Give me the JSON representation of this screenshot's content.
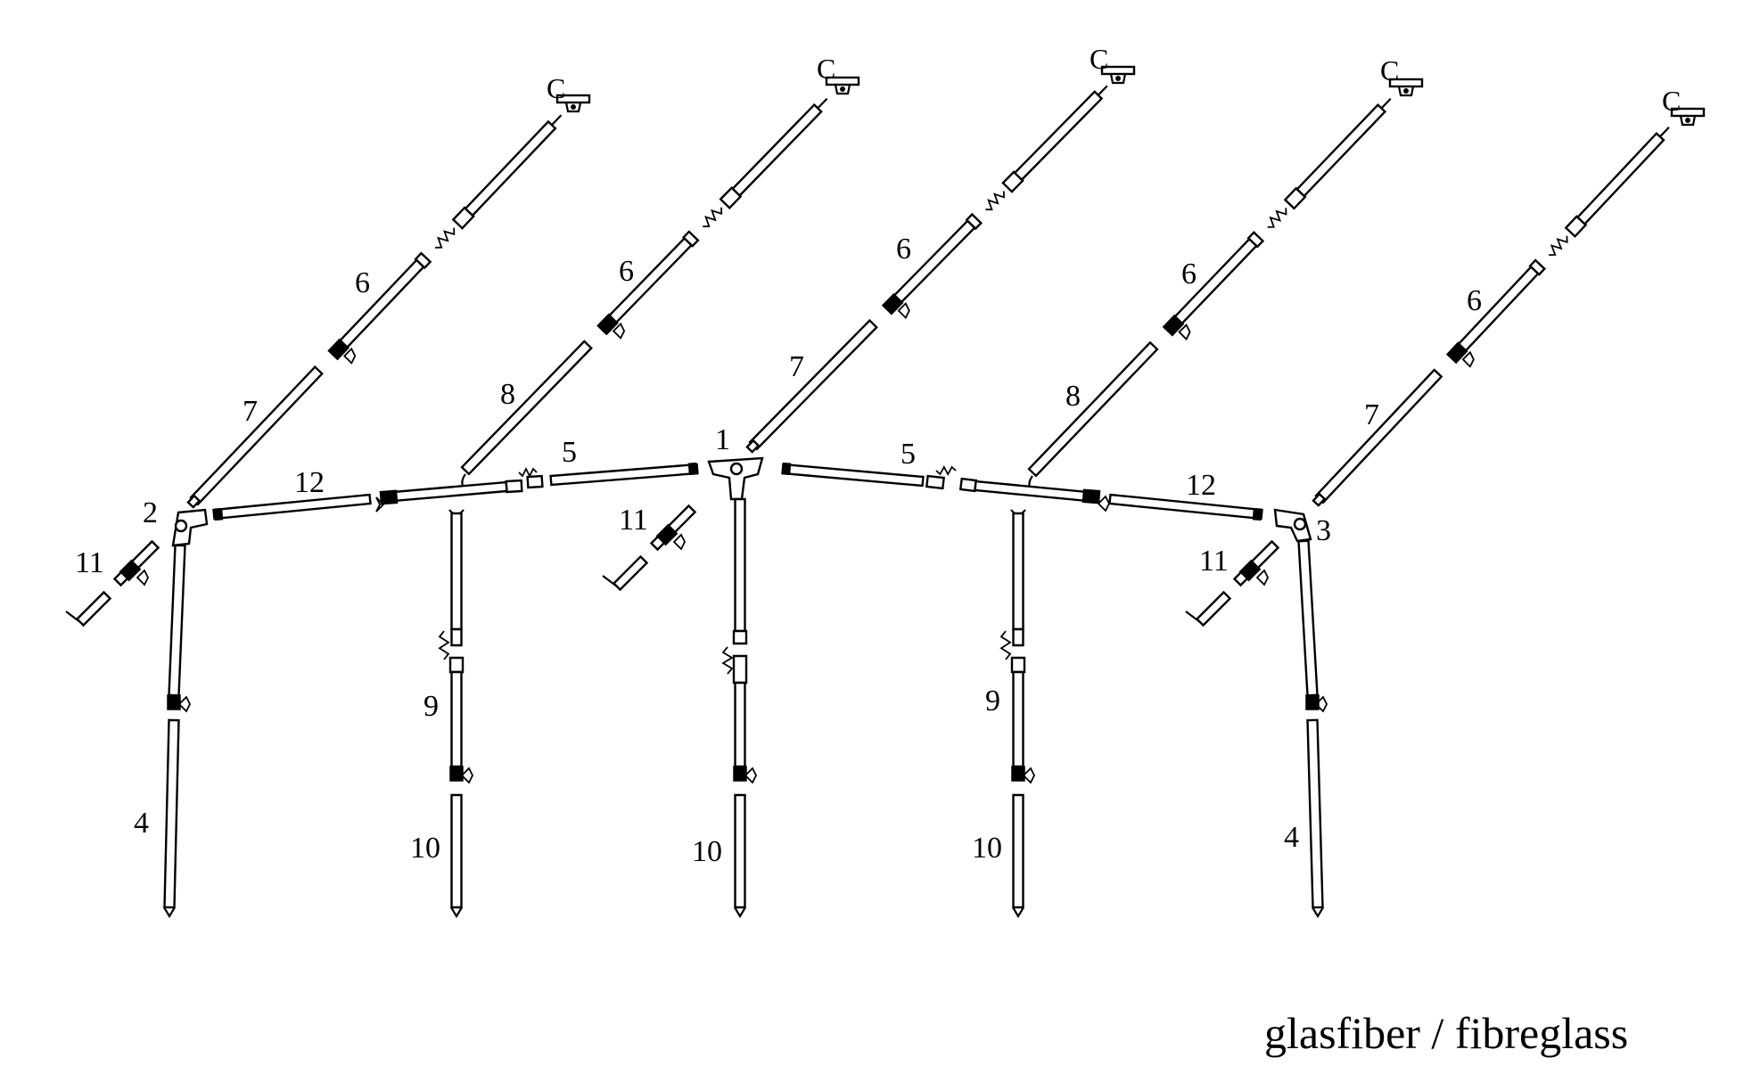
{
  "caption": "glasfiber / fibreglass",
  "labels": {
    "l_c1": "C",
    "l_c2": "C",
    "l_c3": "C",
    "l_c4": "C",
    "l_c5": "C",
    "l_6a": "6",
    "l_6b": "6",
    "l_6c": "6",
    "l_6d": "6",
    "l_6e": "6",
    "l_7a": "7",
    "l_7b": "7",
    "l_7c": "7",
    "l_8a": "8",
    "l_8b": "8",
    "l_1": "1",
    "l_2": "2",
    "l_3": "3",
    "l_12a": "12",
    "l_12b": "12",
    "l_5a": "5",
    "l_5b": "5",
    "l_11a": "11",
    "l_11b": "11",
    "l_11c": "11",
    "l_9a": "9",
    "l_9b": "9",
    "l_10a": "10",
    "l_10b": "10",
    "l_10c": "10",
    "l_4a": "4",
    "l_4b": "4"
  }
}
